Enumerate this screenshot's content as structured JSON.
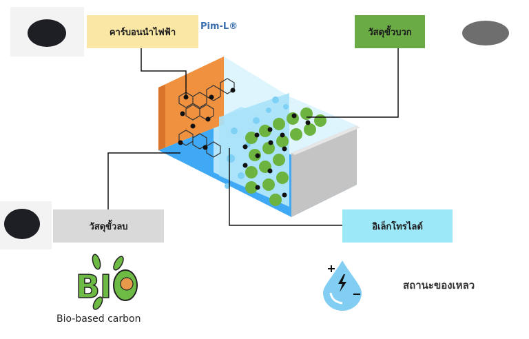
{
  "labels": {
    "conductive_carbon": "คาร์บอนนำไฟฟ้า",
    "brand": "Pim-L®",
    "cathode": "วัสดุขั้วบวก",
    "anode": "วัสดุขั้วลบ",
    "electrolyte": "อิเล็กโทรไลต์",
    "liquid_state": "สถานะของเหลว",
    "bio_caption": "Bio-based carbon",
    "bio_logo": "BIO"
  },
  "colors": {
    "yellow_box": "#fbe7a5",
    "green_box": "#6aab46",
    "gray_box": "#d9d9d9",
    "cyan_box": "#9de8f8",
    "brand": "#3a6fb0",
    "orange_plate": "#f0913f",
    "electrolyte": "#bfe9fb",
    "particle": "#6db33f"
  }
}
